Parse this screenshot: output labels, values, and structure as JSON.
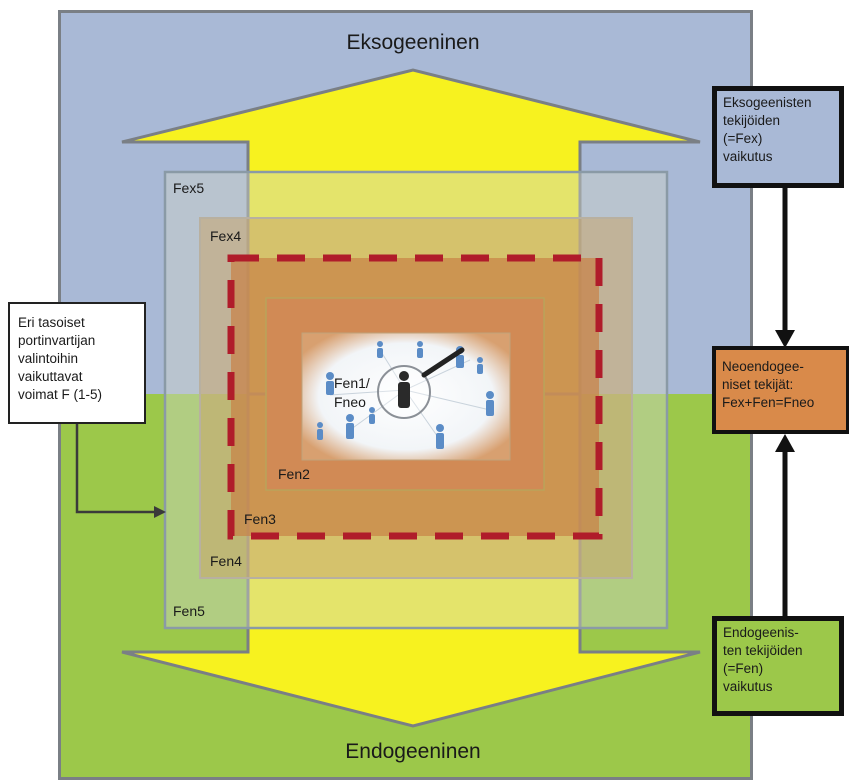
{
  "diagram": {
    "top_label": "Eksogeeninen",
    "bottom_label": "Endogeeninen",
    "levels": {
      "fex5": "Fex5",
      "fex4": "Fex4",
      "fen1": "Fen1/\nFneo",
      "fen2": "Fen2",
      "fen3": "Fen3",
      "fen4": "Fen4",
      "fen5": "Fen5"
    },
    "left_box": "Eri tasoiset\nportinvartijan\nvalintoihin\nvaikuttavat\nvoimat F (1-5)",
    "right_top_box": "Eksogeenisten\ntekijöiden\n(=Fex)\nvaikutus",
    "right_middle_box": "Neoendogee-\nniset tekijät:\nFex+Fen=Fneo",
    "right_bottom_box": "Endogeenis-\nten tekijöiden\n(=Fen)\nvaikutus",
    "colors": {
      "exogenous_bg": "#a9b9d6",
      "endogenous_bg": "#9cc84a",
      "arrow_fill": "#f7f21f",
      "dashed_frame": "#b01c2a",
      "neo_box": "#d98a4a"
    }
  }
}
